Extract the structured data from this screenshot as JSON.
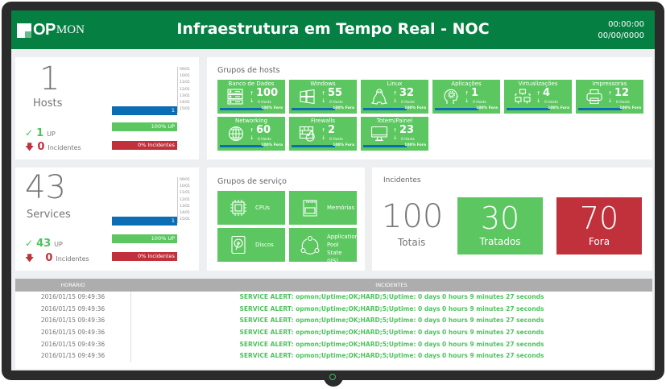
{
  "header": {
    "logo_op": "OP",
    "logo_mon": "MON",
    "title": "Infraestrutura em Tempo Real - NOC",
    "time": "00:00:00",
    "date": "00/00/0000"
  },
  "hosts_card": {
    "count": "1",
    "label": "Hosts",
    "up_count": "1",
    "up_label": "UP",
    "inc_count": "0",
    "inc_label": "Incidentes",
    "dates": [
      "09/01",
      "10/01",
      "11/01",
      "12/01",
      "13/01",
      "14/01",
      "15/01"
    ],
    "bar_value": "1",
    "up_bar": "100% UP",
    "inc_bar": "0% Incidentes"
  },
  "services_card": {
    "count": "43",
    "label": "Services",
    "up_count": "43",
    "up_label": "UP",
    "inc_count": "0",
    "inc_label": "Incidentes",
    "dates": [
      "09/01",
      "10/01",
      "11/01",
      "12/01",
      "13/01",
      "14/01",
      "15/01"
    ],
    "bar_value": "1",
    "up_bar": "100% UP",
    "inc_bar": "0% Incidentes"
  },
  "host_groups": {
    "title": "Grupos de hosts",
    "items": [
      {
        "name": "Banco de Dados",
        "icon": "database-icon",
        "count": "100",
        "sub": "0 Hosts",
        "pct": "100% Fora"
      },
      {
        "name": "Windows",
        "icon": "windows-icon",
        "count": "55",
        "sub": "0 Hosts",
        "pct": "100% Fora"
      },
      {
        "name": "Linux",
        "icon": "linux-icon",
        "count": "32",
        "sub": "0 Hosts",
        "pct": "100% Fora"
      },
      {
        "name": "Aplicações",
        "icon": "gear-head-icon",
        "count": "1",
        "sub": "0 Hosts",
        "pct": "100% Fora"
      },
      {
        "name": "Virtualizações",
        "icon": "virtual-network-icon",
        "count": "4",
        "sub": "0 Hosts",
        "pct": "100% Fora"
      },
      {
        "name": "Impressoras",
        "icon": "printer-icon",
        "count": "12",
        "sub": "0 Hosts",
        "pct": "100% Fora"
      },
      {
        "name": "Networking",
        "icon": "globe-icon",
        "count": "60",
        "sub": "0 Hosts",
        "pct": "100% Fora"
      },
      {
        "name": "Firewalls",
        "icon": "firewall-icon",
        "count": "2",
        "sub": "0 Hosts",
        "pct": "100% Fora"
      },
      {
        "name": "Totem/Painel",
        "icon": "monitor-icon",
        "count": "23",
        "sub": "0 Hosts",
        "pct": "100% Fora"
      }
    ]
  },
  "service_groups": {
    "title": "Grupos de serviço",
    "items": [
      {
        "name": "CPUs",
        "icon": "cpu-icon"
      },
      {
        "name": "Memórias",
        "icon": "memory-card-icon"
      },
      {
        "name": "Discos",
        "icon": "hard-disk-icon"
      },
      {
        "name": "Application Pool State (IIS)",
        "icon": "app-pool-icon"
      }
    ]
  },
  "incidents": {
    "title": "Incidentes",
    "total": "100",
    "total_label": "Totais",
    "handled": "30",
    "handled_label": "Tratados",
    "out": "70",
    "out_label": "Fora",
    "colors": {
      "handled": "#5cc760",
      "out": "#c0313c"
    }
  },
  "log_table": {
    "columns": [
      "HORÁRIO",
      "INCIDENTES"
    ],
    "rows": [
      {
        "time": "2016/01/15 09:49:36",
        "msg": "SERVICE ALERT: opmon;Uptime;OK;HARD;5;Uptime: 0 days 0 hours 9 minutes 27 seconds"
      },
      {
        "time": "2016/01/15 09:49:36",
        "msg": "SERVICE ALERT: opmon;Uptime;OK;HARD;5;Uptime: 0 days 0 hours 9 minutes 27 seconds"
      },
      {
        "time": "2016/01/15 09:49:36",
        "msg": "SERVICE ALERT: opmon;Uptime;OK;HARD;5;Uptime: 0 days 0 hours 9 minutes 27 seconds"
      },
      {
        "time": "2016/01/15 09:49:36",
        "msg": "SERVICE ALERT: opmon;Uptime;OK;HARD;5;Uptime: 0 days 0 hours 9 minutes 27 seconds"
      },
      {
        "time": "2016/01/15 09:49:36",
        "msg": "SERVICE ALERT: opmon;Uptime;OK;HARD;5;Uptime: 0 days 0 hours 9 minutes 27 seconds"
      },
      {
        "time": "2016/01/15 09:49:36",
        "msg": "SERVICE ALERT: opmon;Uptime;OK;HARD;5;Uptime: 0 days 0 hours 9 minutes 27 seconds"
      }
    ]
  },
  "colors": {
    "brand_green": "#067f42",
    "tile_green": "#5cc760",
    "alert_red": "#c0313c",
    "bar_blue": "#0b6eb4"
  }
}
